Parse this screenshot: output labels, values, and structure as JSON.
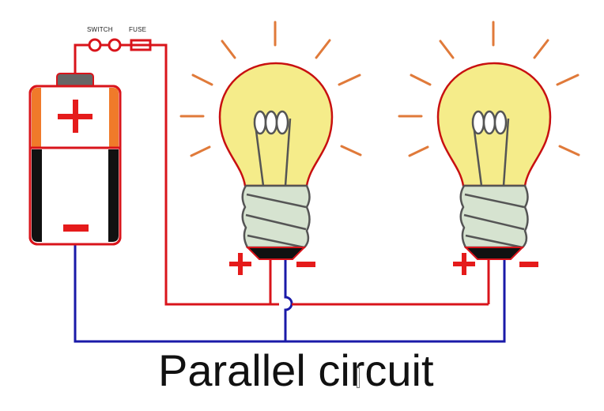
{
  "caption": "Parallel circuit",
  "components": {
    "switch_label": "SWITCH",
    "fuse_label": "FUSE",
    "battery": {
      "positive_sign": "+",
      "negative_sign": "−"
    },
    "bulb_1": {
      "positive_sign": "+",
      "negative_sign": "−"
    },
    "bulb_2": {
      "positive_sign": "+",
      "negative_sign": "−"
    }
  },
  "colors": {
    "positive_wire": "#d9141b",
    "negative_wire": "#1a1aa8",
    "bulb_glass": "#f5ec8a",
    "bulb_outline": "#c81010",
    "bulb_base": "#d6e3d0",
    "rays": "#e07a3a",
    "battery_top": "#f07a2a",
    "battery_sign": "#e51b1b"
  }
}
